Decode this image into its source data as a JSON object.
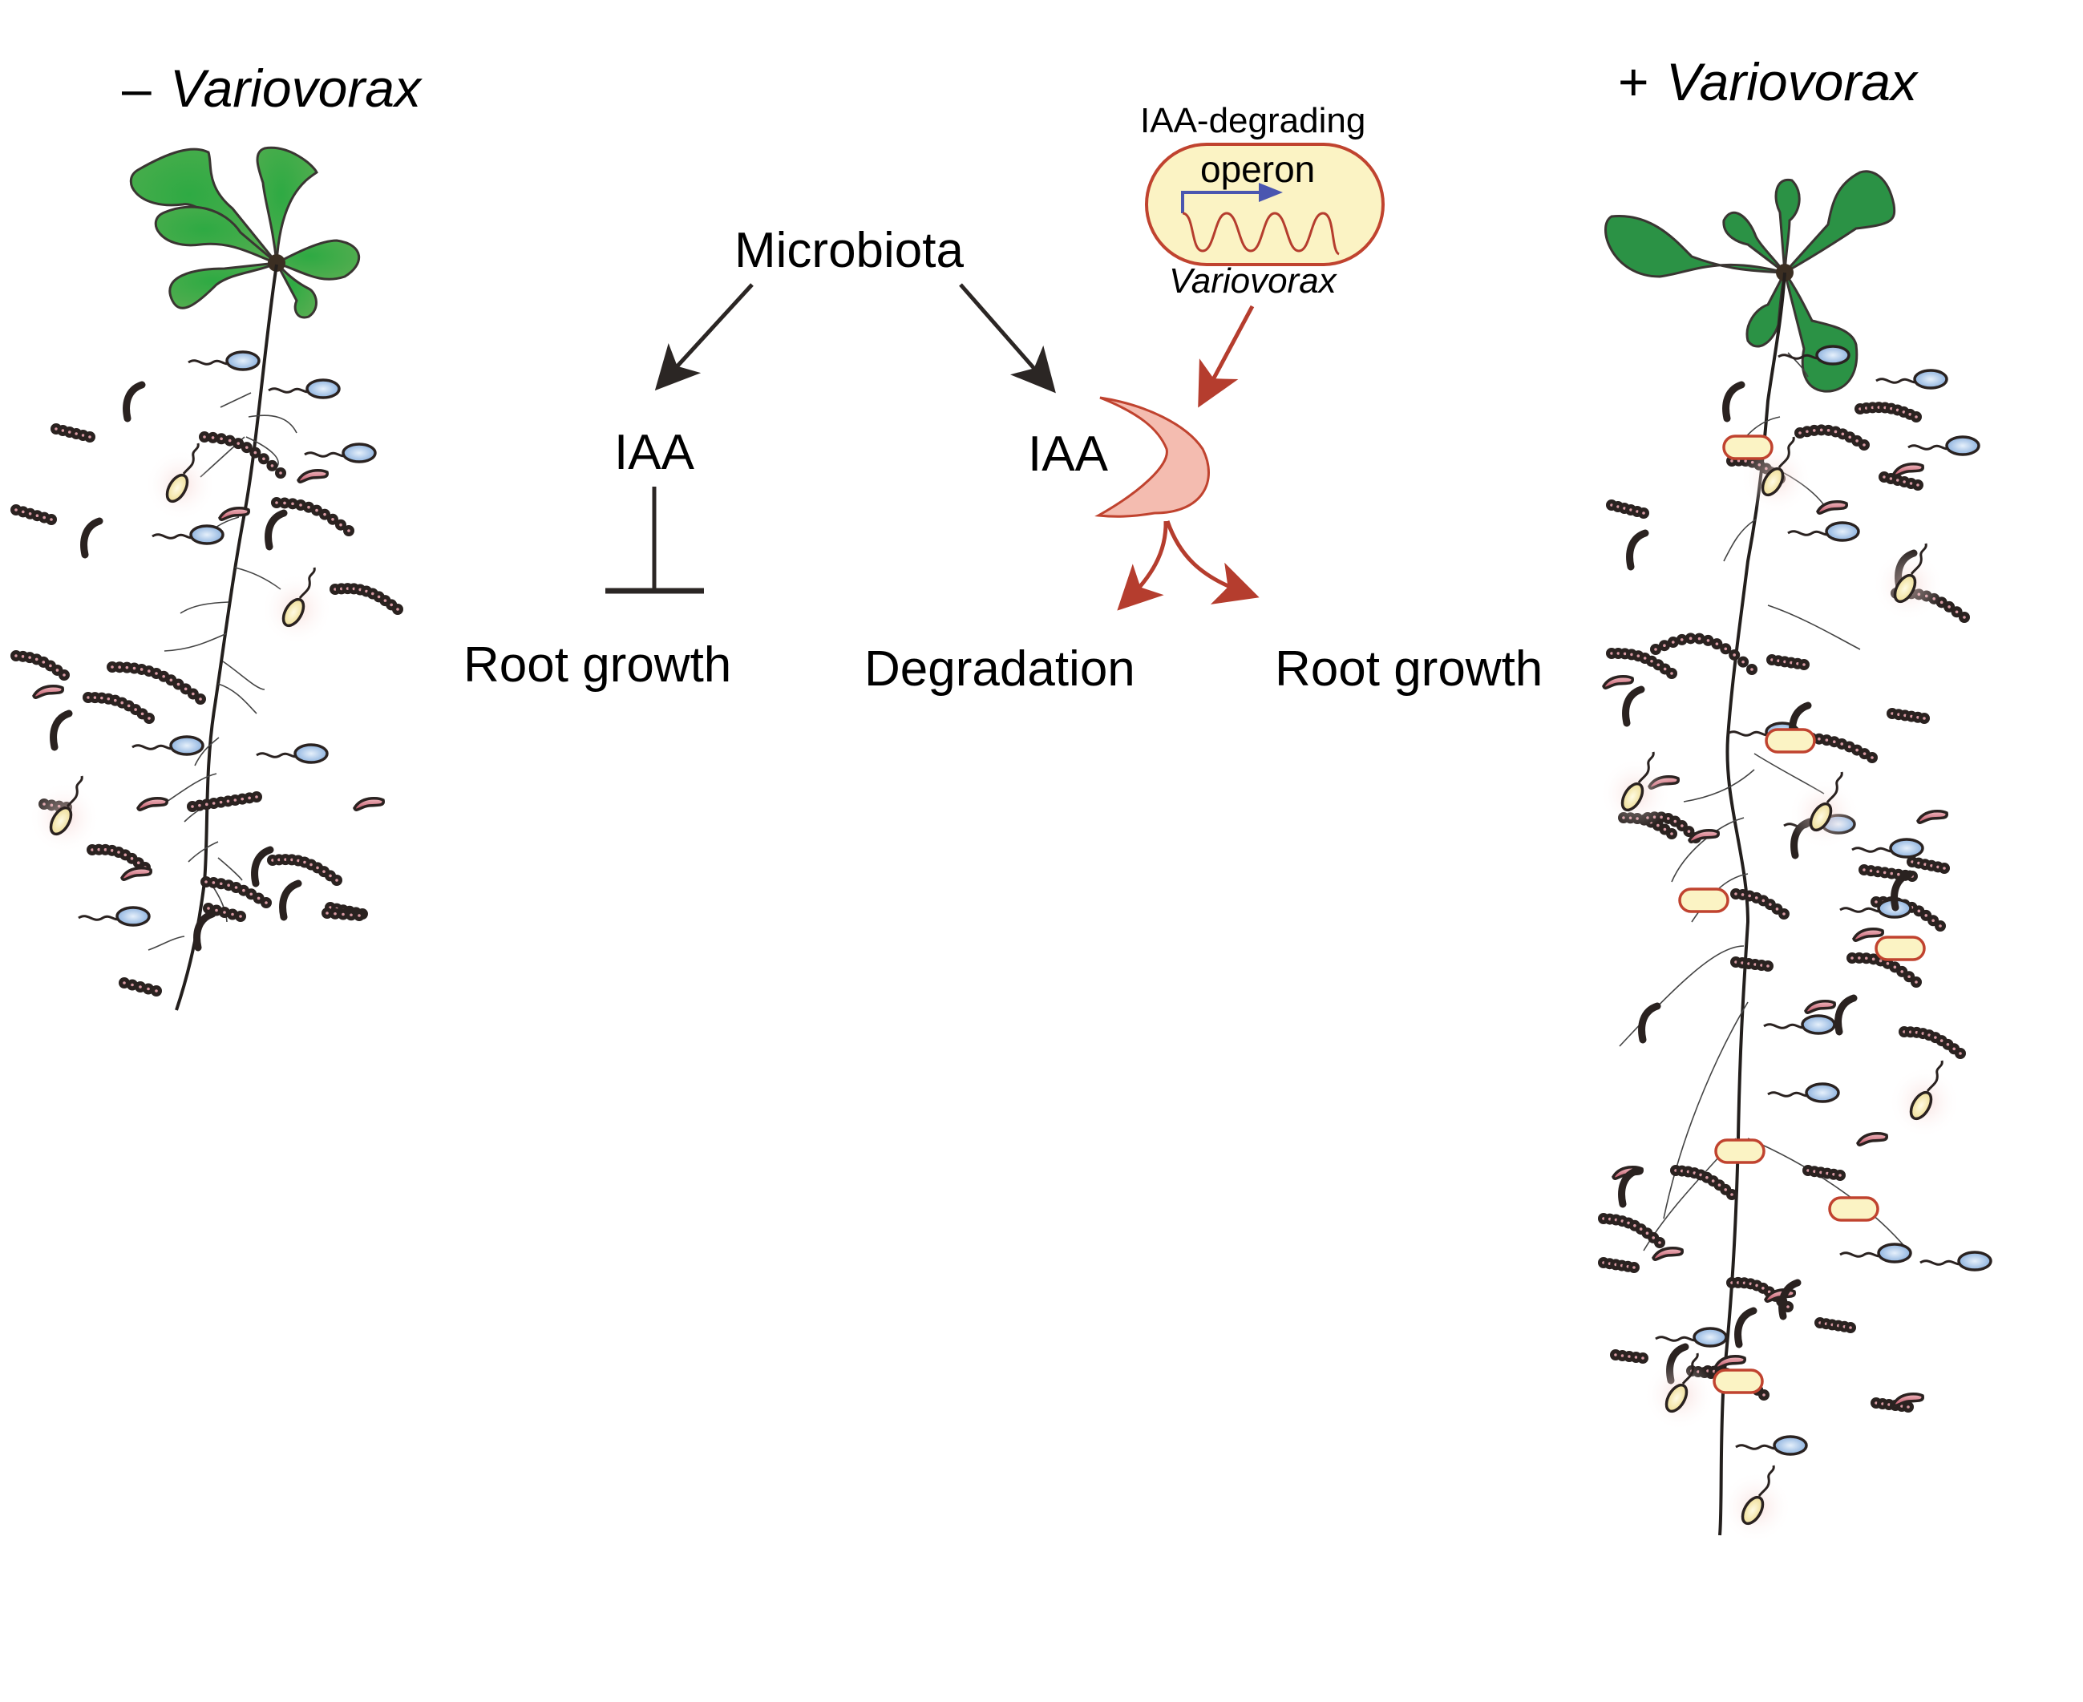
{
  "panels": {
    "left": {
      "sign": "–",
      "organism": "Variovorax"
    },
    "right": {
      "sign": "+",
      "organism": "Variovorax"
    }
  },
  "diagram": {
    "source": "Microbiota",
    "left_branch": {
      "hormone": "IAA",
      "relation": "inhibits",
      "target": "Root growth"
    },
    "right_branch": {
      "hormone": "IAA",
      "relation": "degraded",
      "outputs": [
        "Degradation",
        "Root growth"
      ]
    },
    "bacterium": {
      "gene_label": "IAA-degrading",
      "operon_label": "operon",
      "species": "Variovorax"
    }
  },
  "colors": {
    "arrow_black": "#2b2624",
    "arrow_red": "#b53d2e",
    "enzyme_fill": "#f4bcb0",
    "cell_fill": "#fbf3c4",
    "cell_stroke": "#c0432f",
    "promoter_blue": "#4a56b0",
    "leaf_green_left": "#35a845",
    "leaf_green_right": "#2b9245",
    "root": "#231f1d"
  },
  "microbes_legend": [
    {
      "type": "coccus-chain",
      "icon": "chain-bacterium-icon"
    },
    {
      "type": "flagellated-blue",
      "icon": "flagellated-bacterium-icon"
    },
    {
      "type": "pink-rod",
      "icon": "rod-bacterium-icon"
    },
    {
      "type": "dark-curved-rod",
      "icon": "vibrio-bacterium-icon"
    },
    {
      "type": "yellow-flagellate",
      "icon": "yellow-flagellate-icon"
    },
    {
      "type": "variovorax-capsule",
      "icon": "variovorax-cell-icon"
    }
  ]
}
